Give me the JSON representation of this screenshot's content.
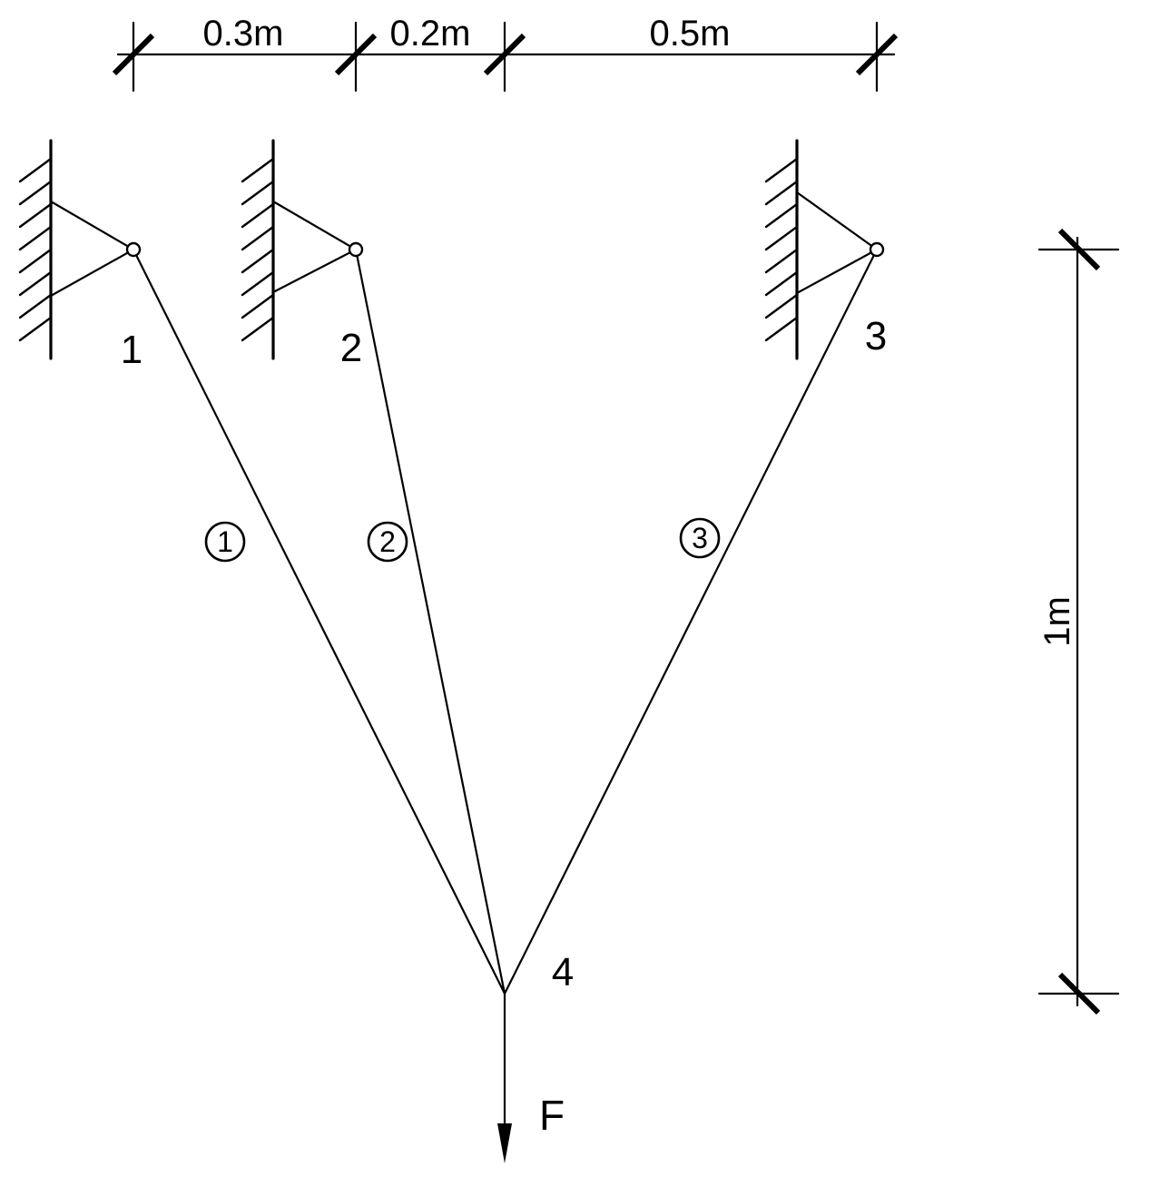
{
  "dimensions": {
    "horizontal": [
      "0.3m",
      "0.2m",
      "0.5m"
    ],
    "vertical": "1m"
  },
  "nodes": [
    {
      "label": "1"
    },
    {
      "label": "2"
    },
    {
      "label": "3"
    },
    {
      "label": "4"
    }
  ],
  "members": [
    {
      "label": "1"
    },
    {
      "label": "2"
    },
    {
      "label": "3"
    }
  ],
  "load": {
    "label": "F"
  }
}
